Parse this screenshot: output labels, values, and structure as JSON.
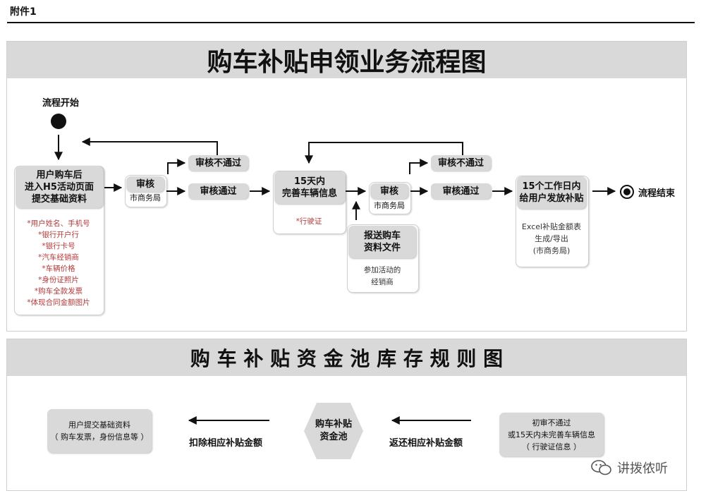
{
  "annex": "附件1",
  "flow": {
    "title": "购车补贴申领业务流程图",
    "start": "流程开始",
    "user_submit": [
      "用户购车后",
      "进入H5活动页面",
      "提交基础资料"
    ],
    "user_materials": [
      "*用户姓名、手机号",
      "*银行开户行",
      "*银行卡号",
      "*汽车经销商",
      "*车辆价格",
      "*身份证照片",
      "*购车全款发票",
      "*体现合同金额图片"
    ],
    "review1": {
      "title": "审核",
      "sub": "市商务局"
    },
    "reject1": "审核不通过",
    "pass1": "审核通过",
    "complete_info": [
      "15天内",
      "完善车辆信息"
    ],
    "complete_note": "*行驶证",
    "dealer_submit": [
      "报送购车",
      "资料文件"
    ],
    "dealer_note": [
      "参加活动的",
      "经销商"
    ],
    "review2": {
      "title": "审核",
      "sub": "市商务局"
    },
    "reject2": "审核不通过",
    "pass2": "审核通过",
    "payout": [
      "15个工作日内",
      "给用户发放补贴"
    ],
    "payout_note": [
      "Excel补贴金额表",
      "生成/导出",
      "(市商务局)"
    ],
    "end": "流程结束"
  },
  "pool": {
    "title": "购 车 补 贴 资 金 池 库 存 规 则 图",
    "left_box": [
      "用户提交基础资料",
      "（ 购车发票，身份信息等 ）"
    ],
    "deduct": "扣除相应补贴金额",
    "center": [
      "购车补贴",
      "资金池"
    ],
    "refund": "返还相应补贴金额",
    "right_box": [
      "初审不通过",
      "或15天内未完善车辆信息",
      "（ 行驶证信息 ）"
    ]
  },
  "watermark": "讲拨侬听"
}
